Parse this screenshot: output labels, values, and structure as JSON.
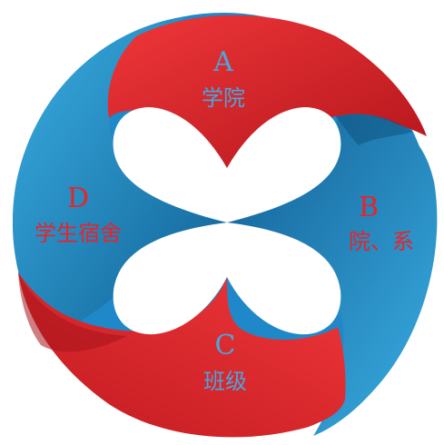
{
  "colors": {
    "red": "#e0262a",
    "red_dark": "#b3151b",
    "blue": "#1f88c8",
    "blue_dark": "#0f5f93",
    "blue_light": "#38a9df",
    "on_red_text": "#4aa6dc",
    "on_blue_text": "#e8232a",
    "background": "#ffffff"
  },
  "segments": {
    "a": {
      "letter": "A",
      "label": "学院"
    },
    "b": {
      "letter": "B",
      "label": "院、系"
    },
    "c": {
      "letter": "C",
      "label": "班级"
    },
    "d": {
      "letter": "D",
      "label": "学生宿舍"
    }
  }
}
